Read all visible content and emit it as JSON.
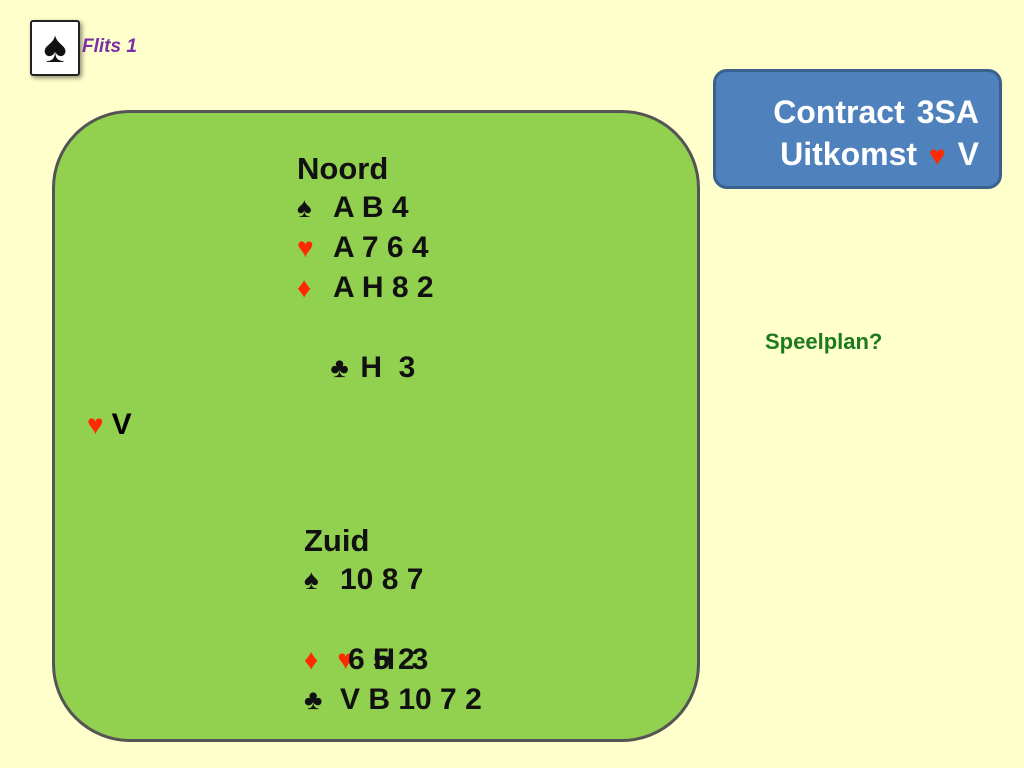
{
  "header": {
    "logo_icon": "spade-icon",
    "logo_glyph": "♠",
    "slide_label": "Flits 1"
  },
  "info": {
    "contract_label": "Contract",
    "contract_value": "3SA",
    "lead_label": "Uitkomst",
    "lead_suit": "♥",
    "lead_card": "V"
  },
  "north": {
    "title": "Noord",
    "spades": {
      "symbol": "♠",
      "cards": "A B 4"
    },
    "hearts": {
      "symbol": "♥",
      "cards": "A 7 6 4"
    },
    "diamonds": {
      "symbol": "♦",
      "cards": "A H 8 2"
    },
    "clubs": {
      "symbol": "♣",
      "cards": "H  3"
    }
  },
  "west_lead": {
    "symbol": "♥",
    "card": "V"
  },
  "south": {
    "title": "Zuid",
    "spades": {
      "symbol": "♠",
      "cards": "10 8 7"
    },
    "hearts": {
      "symbol": "♥",
      "cards": "H  3"
    },
    "diamonds": {
      "symbol": "♦",
      "cards": "6 5 2"
    },
    "clubs": {
      "symbol": "♣",
      "cards": "V B 10 7 2"
    }
  },
  "question": "Speelplan?",
  "colors": {
    "background": "#ffffcc",
    "table": "#92d050",
    "info_box": "#4f81bd",
    "red_suit": "#ff2a00",
    "question_text": "#1e7a1e",
    "slide_label": "#7b2fa6"
  }
}
